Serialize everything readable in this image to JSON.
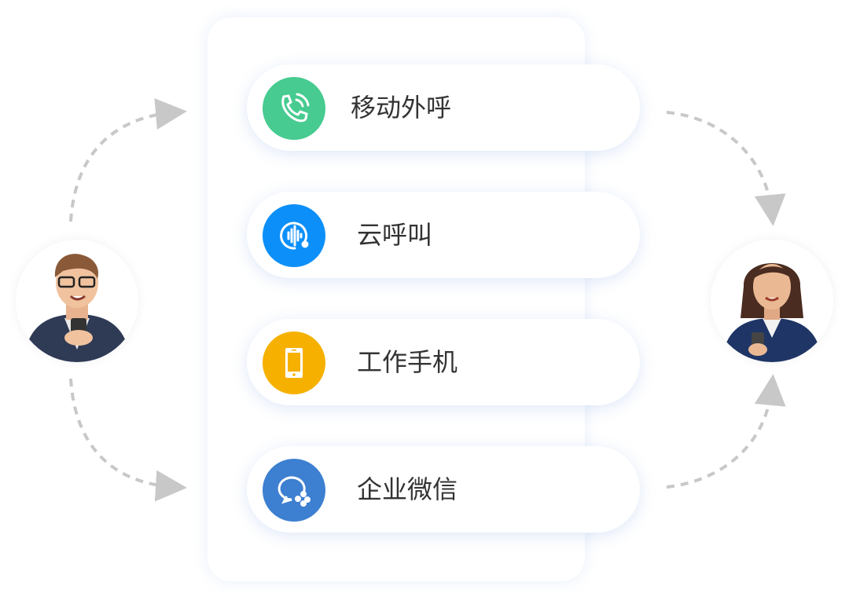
{
  "channels": [
    {
      "label": "移动外呼",
      "icon": "phone-call-icon",
      "color": "#47CB90"
    },
    {
      "label": "云呼叫",
      "icon": "cloud-call-headset-icon",
      "color": "#0C8FF8"
    },
    {
      "label": "工作手机",
      "icon": "mobile-phone-icon",
      "color": "#F6B100"
    },
    {
      "label": "企业微信",
      "icon": "wecom-icon",
      "color": "#3D7FD0"
    }
  ],
  "colors": {
    "arrow": "#C8C8C8",
    "text": "#333333"
  }
}
